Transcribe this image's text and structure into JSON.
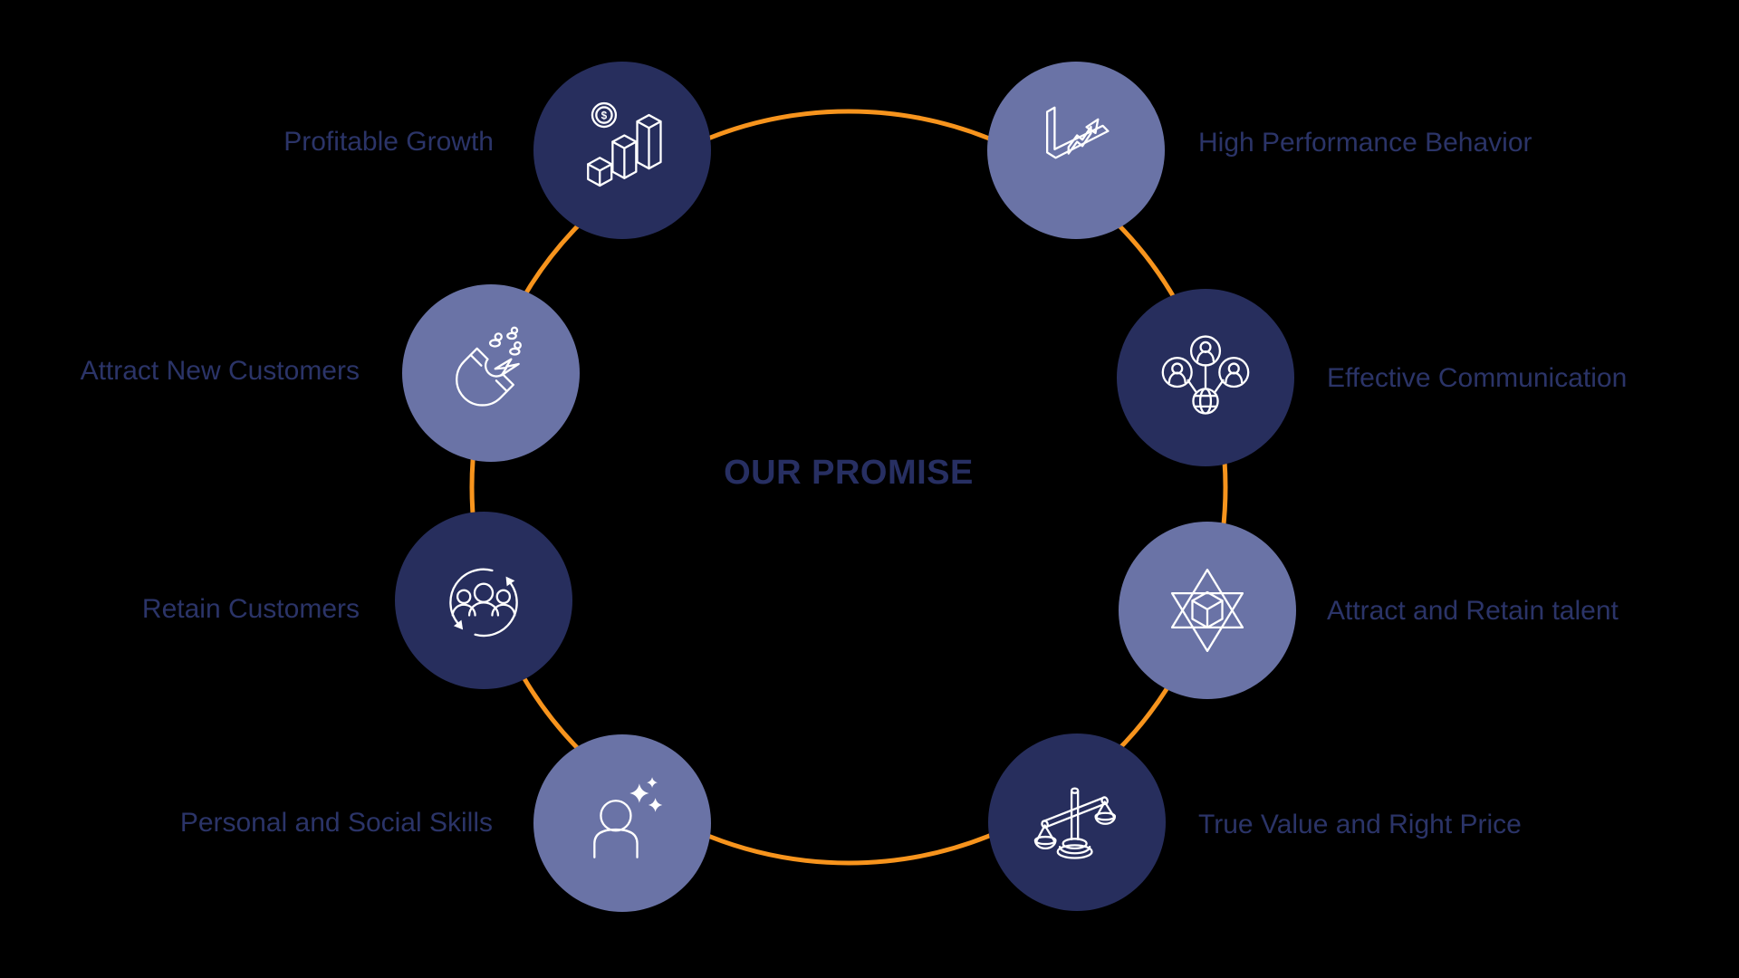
{
  "title": "OUR PROMISE",
  "colors": {
    "background": "#000000",
    "dark_circle": "#272e5d",
    "light_circle": "#6a73a6",
    "ring_orange": "#f7941d",
    "label_text": "#2b3468",
    "icon_stroke": "#ffffff"
  },
  "items": [
    {
      "id": "profitable-growth",
      "label": "Profitable Growth",
      "icon": "bar-chart-coin-icon",
      "tone": "dark",
      "label_side": "left"
    },
    {
      "id": "high-performance-behavior",
      "label": "High Performance Behavior",
      "icon": "growth-arrow-axis-icon",
      "tone": "light",
      "label_side": "right"
    },
    {
      "id": "attract-new-customers",
      "label": "Attract New Customers",
      "icon": "magnet-icon",
      "tone": "light",
      "label_side": "left"
    },
    {
      "id": "effective-communication",
      "label": "Effective Communication",
      "icon": "people-network-globe-icon",
      "tone": "dark",
      "label_side": "right"
    },
    {
      "id": "retain-customers",
      "label": "Retain Customers",
      "icon": "people-cycle-icon",
      "tone": "dark",
      "label_side": "left"
    },
    {
      "id": "attract-and-retain-talent",
      "label": "Attract and Retain talent",
      "icon": "isometric-star-icon",
      "tone": "light",
      "label_side": "right"
    },
    {
      "id": "personal-and-social-skills",
      "label": "Personal and Social Skills",
      "icon": "person-sparkles-icon",
      "tone": "light",
      "label_side": "left"
    },
    {
      "id": "true-value-and-right-price",
      "label": "True Value and Right Price",
      "icon": "balance-scale-icon",
      "tone": "dark",
      "label_side": "right"
    }
  ]
}
